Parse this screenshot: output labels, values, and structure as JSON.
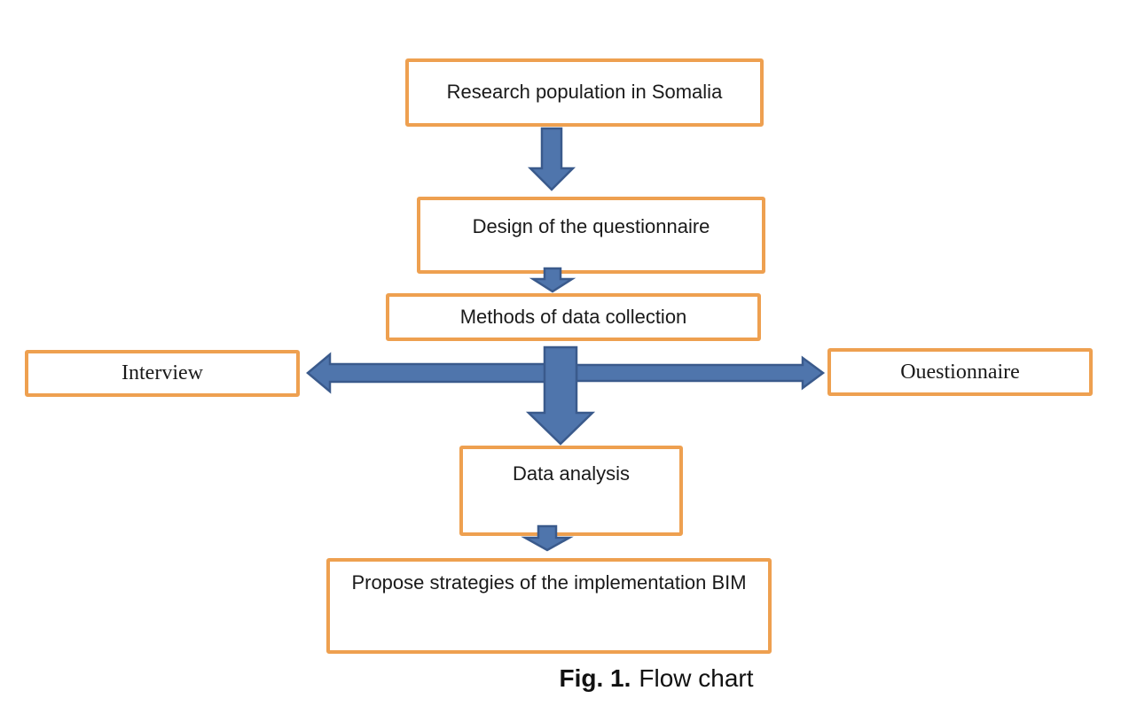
{
  "figure": {
    "caption_bold": "Fig. 1.",
    "caption_rest": "Flow chart"
  },
  "nodes": [
    {
      "id": "research",
      "label": "Research population in Somalia"
    },
    {
      "id": "design",
      "label": "Design of the questionnaire"
    },
    {
      "id": "methods",
      "label": "Methods of data collection"
    },
    {
      "id": "interview",
      "label": "Interview"
    },
    {
      "id": "questionnaire",
      "label": "Ouestionnaire"
    },
    {
      "id": "analysis",
      "label": "Data analysis"
    },
    {
      "id": "propose",
      "label": "Propose strategies of the implementation BIM"
    }
  ],
  "edges": [
    {
      "from": "research",
      "to": "design",
      "direction": "down"
    },
    {
      "from": "design",
      "to": "methods",
      "direction": "down"
    },
    {
      "from": "methods",
      "to": "interview",
      "direction": "left"
    },
    {
      "from": "methods",
      "to": "questionnaire",
      "direction": "right"
    },
    {
      "from": "methods",
      "to": "analysis",
      "direction": "down"
    },
    {
      "from": "analysis",
      "to": "propose",
      "direction": "down"
    }
  ],
  "colors": {
    "box_border": "#EEA050",
    "arrow_fill": "#4F75AC",
    "arrow_stroke": "#3A5A8C"
  }
}
